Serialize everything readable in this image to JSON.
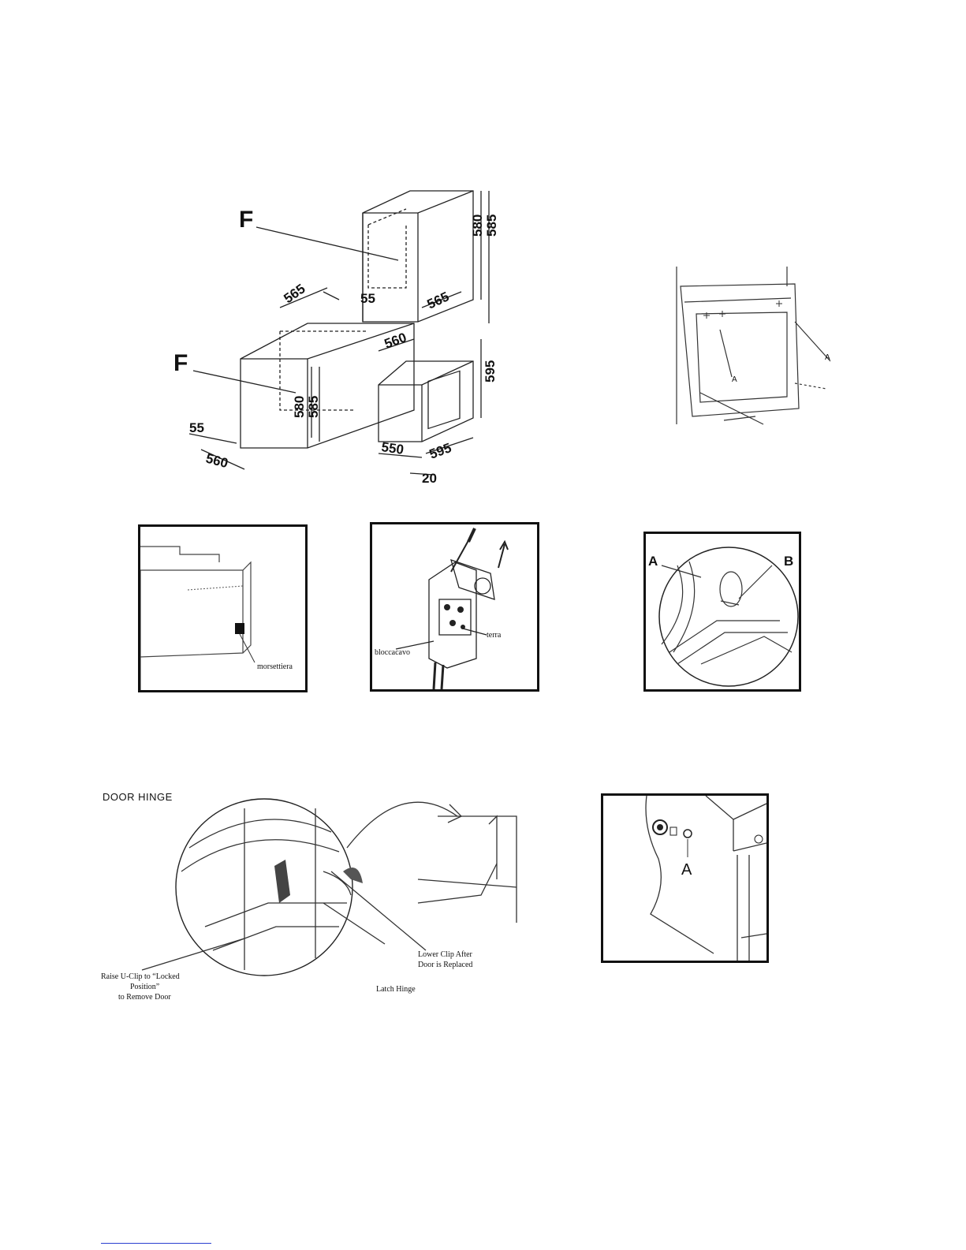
{
  "installation": {
    "f_upper": "F",
    "f_lower": "F",
    "dims": {
      "d580_top": "580",
      "d585_top": "585",
      "d565_left": "565",
      "d55_mid": "55",
      "d565_right": "565",
      "d560_mid": "560",
      "d595_h": "595",
      "d580_low": "580",
      "d585_low": "585",
      "d55_low": "55",
      "d560_low": "560",
      "d550": "550",
      "d595_w": "595",
      "d20": "20"
    }
  },
  "oven_front": {
    "label_a1": "A",
    "label_a2": "A"
  },
  "terminal_box": {
    "label": "morsettiera"
  },
  "cable_clamp": {
    "label_clamp": "bloccacavo",
    "label_earth": "terra"
  },
  "lamp_detail": {
    "label_a": "A",
    "label_b": "B"
  },
  "door_hinge": {
    "title": "DOOR HINGE",
    "raise_line1": "Raise U-Clip to “Locked",
    "raise_line2": "Position”",
    "raise_line3": "to Remove Door",
    "latch": "Latch Hinge",
    "lower_line1": "Lower Clip After",
    "lower_line2": "Door is Replaced"
  },
  "knob_detail": {
    "label_a": "A"
  }
}
